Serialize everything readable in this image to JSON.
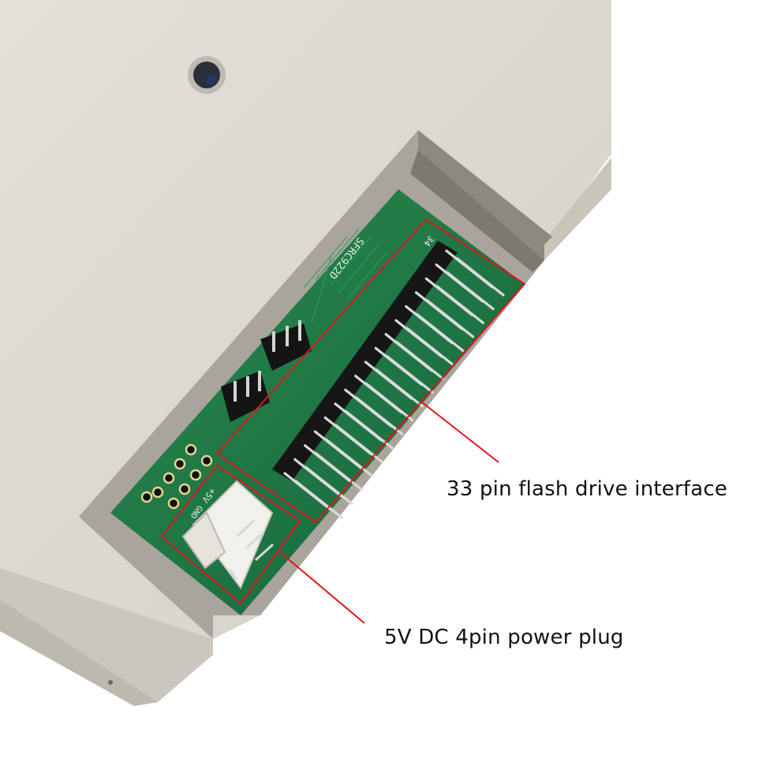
{
  "annotations": {
    "interface_label": "33 pin flash drive interface",
    "power_label": "5V DC 4pin power plug"
  },
  "board_markings": {
    "model": "SFRC922D",
    "pin_number": "34",
    "power_5v": "+5V",
    "ground": "GND"
  },
  "colors": {
    "case": "#dcd9d1",
    "case_shadow": "#c8c4ba",
    "pcb": "#1f7a45",
    "header": "#1a1a1a",
    "pins": "#d9d9d9",
    "connector": "#f4f2ec",
    "highlight": "#e0141e"
  }
}
